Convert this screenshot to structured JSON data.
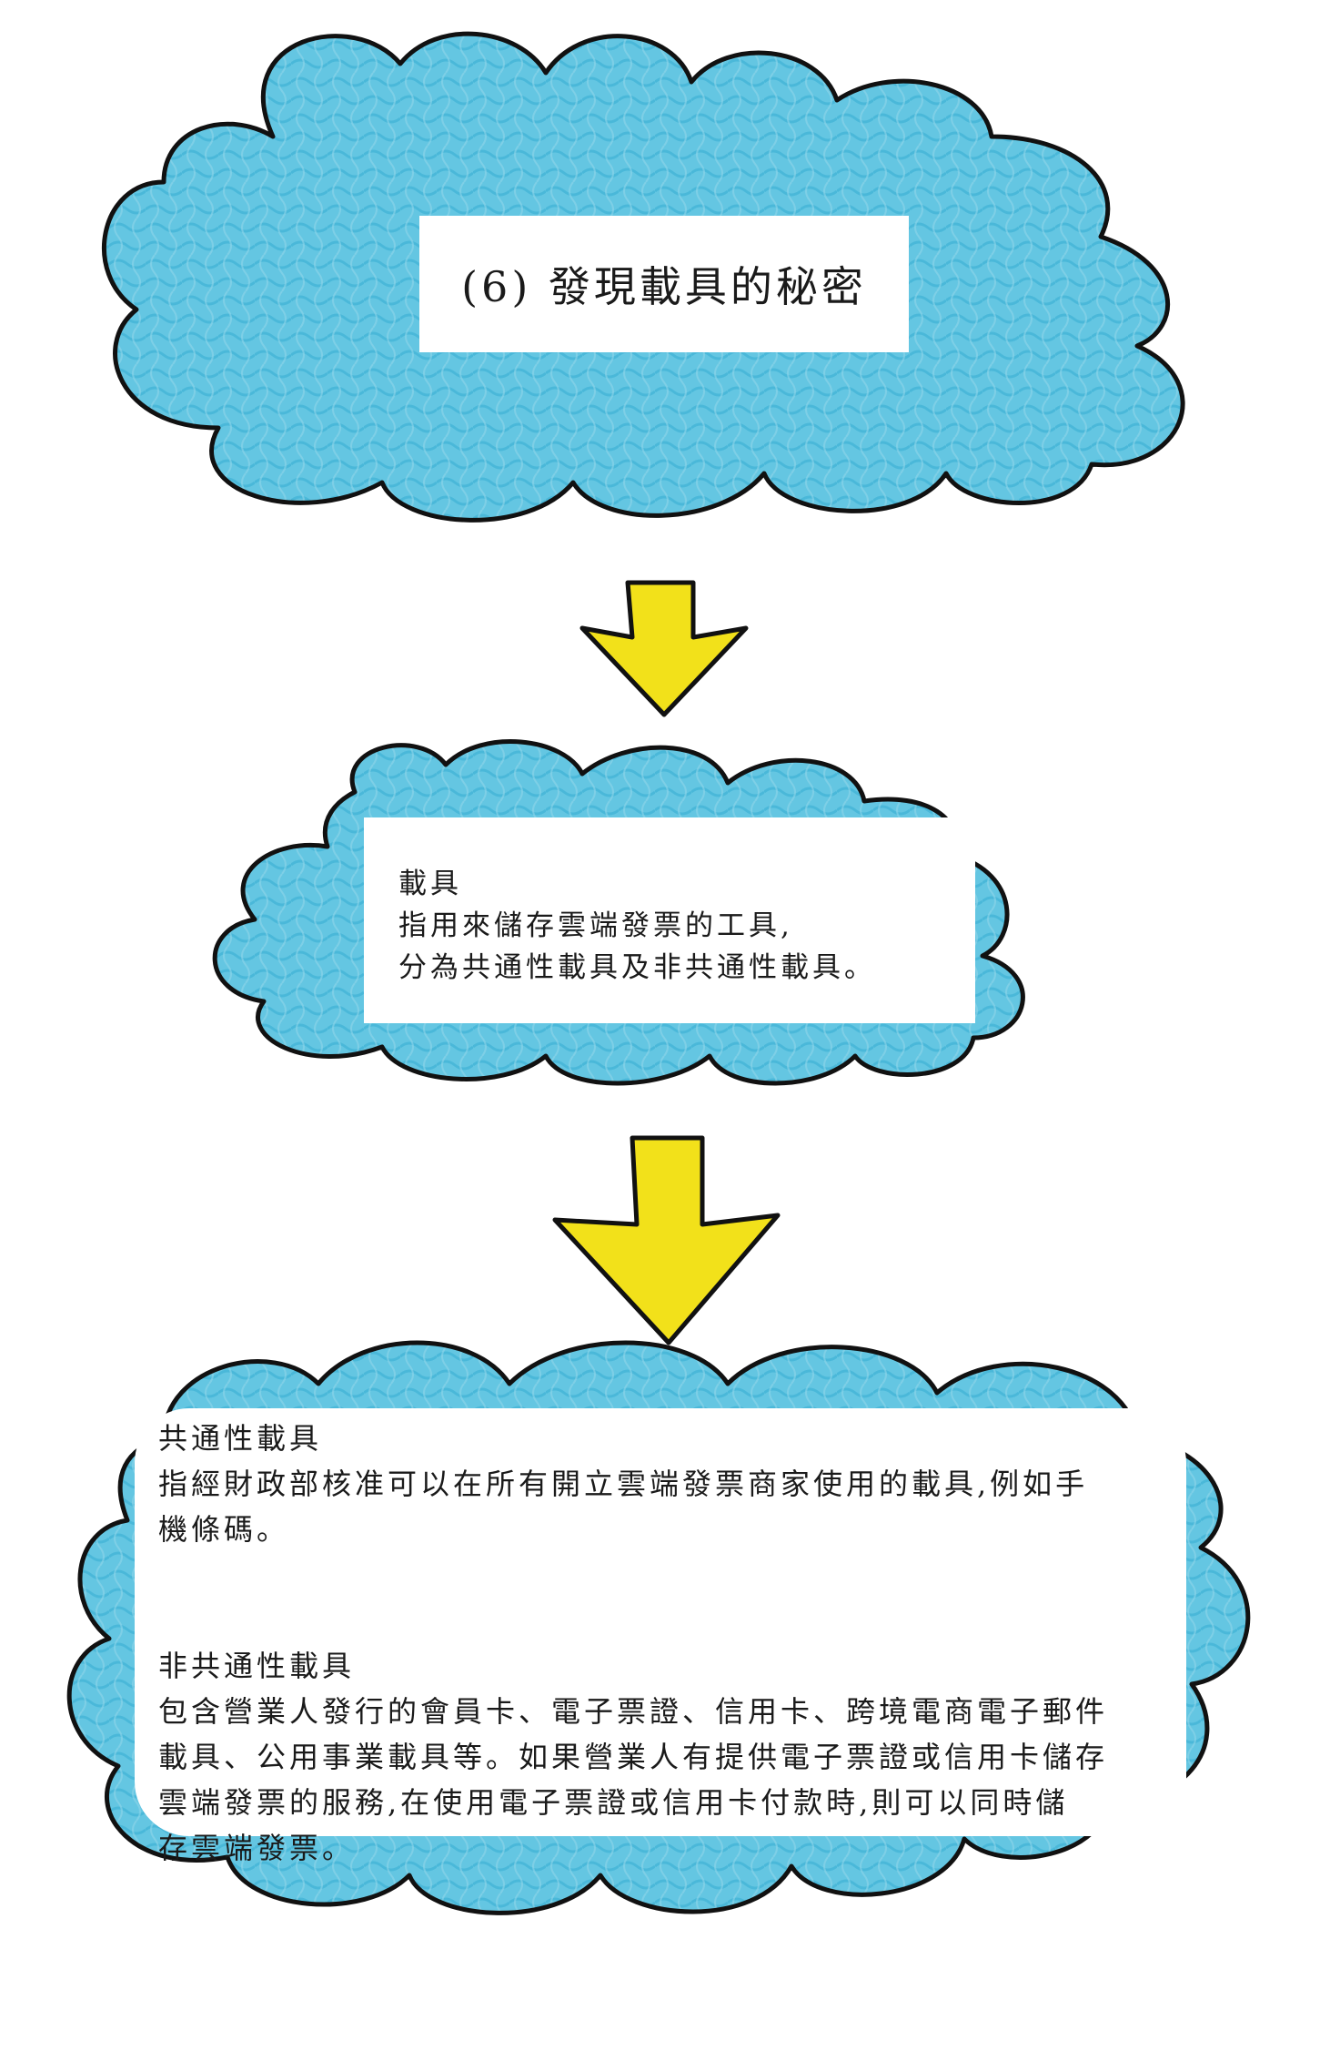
{
  "colors": {
    "cloud_fill": "#5ec3e0",
    "cloud_outline": "#111111",
    "arrow_fill": "#f2e11a",
    "label_bg": "#ffffff"
  },
  "title": "(6) 發現載具的秘密",
  "definition": {
    "heading": "載具",
    "lines": [
      "指用來儲存雲端發票的工具,",
      "分為共通性載具及非共通性載具。"
    ]
  },
  "types": {
    "common": {
      "heading": "共通性載具",
      "lines": [
        "指經財政部核准可以在所有開立雲端發票商家使用的載具,例如手",
        "機條碼。"
      ]
    },
    "non_common": {
      "heading": "非共通性載具",
      "lines": [
        "包含營業人發行的會員卡、電子票證、信用卡、跨境電商電子郵件",
        "載具、公用事業載具等。如果營業人有提供電子票證或信用卡儲存",
        "雲端發票的服務,在使用電子票證或信用卡付款時,則可以同時儲",
        "存雲端發票。"
      ]
    }
  }
}
